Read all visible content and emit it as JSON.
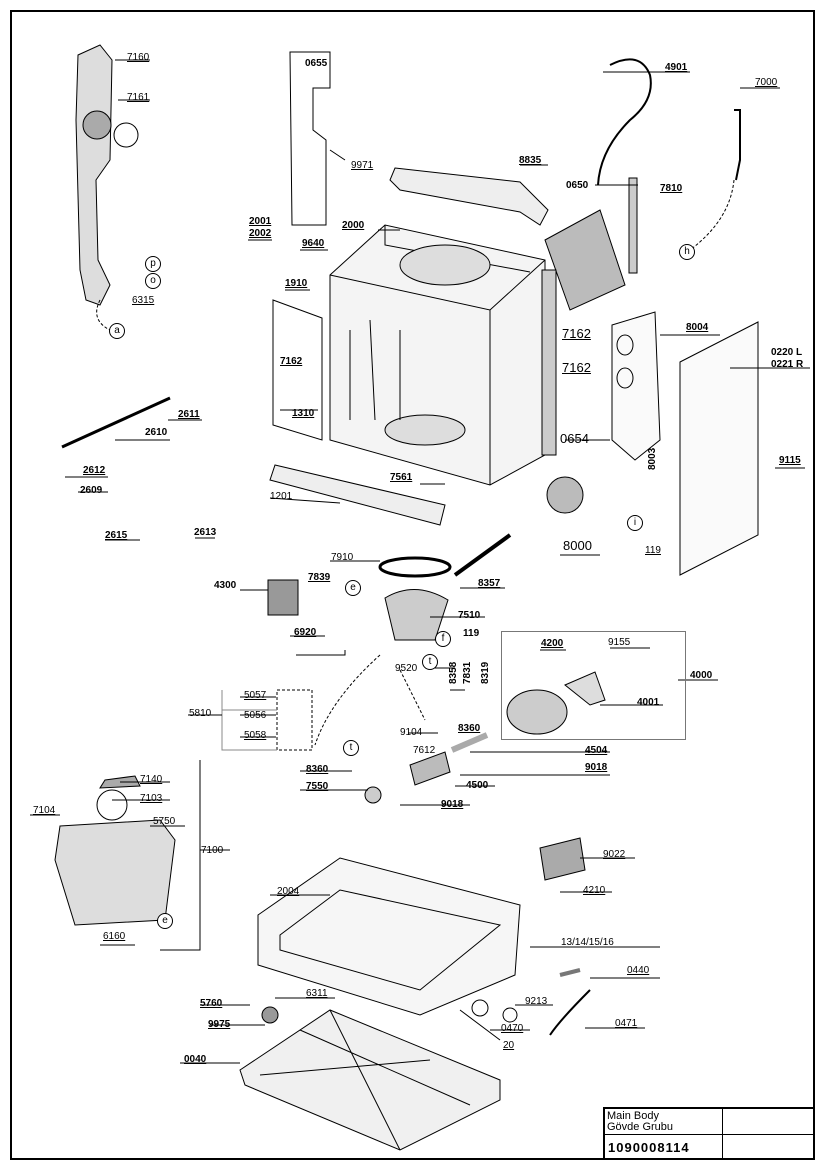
{
  "title_block": {
    "name_en": "Main Body",
    "name_tr": "Gövde Grubu",
    "code": "1090008114"
  },
  "labels": {
    "p7160": "7160",
    "p7161": "7161",
    "p6315": "6315",
    "p0655": "0655",
    "p9971": "9971",
    "p8835": "8835",
    "p4901": "4901",
    "p7000": "7000",
    "p0650": "0650",
    "p7810": "7810",
    "p2001": "2001",
    "p2002": "2002",
    "p2000": "2000",
    "p9640": "9640",
    "p1910": "1910",
    "p7162a": "7162",
    "p7162b": "7162",
    "p7162c": "7162",
    "p8004": "8004",
    "p0220": "0220 L",
    "p0221": "0221 R",
    "p1310": "1310",
    "p2611": "2611",
    "p2610": "2610",
    "p2612": "2612",
    "p2609": "2609",
    "p2615": "2615",
    "p2613": "2613",
    "p0654": "0654",
    "p9115": "9115",
    "p8003": "8003",
    "p7561": "7561",
    "p1201": "1201",
    "p8000": "8000",
    "p119a": "119",
    "p7910": "7910",
    "p4300": "4300",
    "p7839": "7839",
    "p8357": "8357",
    "p7510": "7510",
    "p6920": "6920",
    "p119b": "119",
    "p4200": "4200",
    "p9155": "9155",
    "p4000": "4000",
    "p4001": "4001",
    "p9520": "9520",
    "p8358": "8358",
    "p7831": "7831",
    "p8319": "8319",
    "p5057": "5057",
    "p5056": "5056",
    "p5058": "5058",
    "p5810": "5810",
    "p9104": "9104",
    "p8360a": "8360",
    "p7612": "7612",
    "p4504": "4504",
    "p9018a": "9018",
    "p8360b": "8360",
    "p7550": "7550",
    "p4500": "4500",
    "p9018b": "9018",
    "p7140": "7140",
    "p7103": "7103",
    "p7104": "7104",
    "p5750": "5750",
    "p7100": "7100",
    "p6160": "6160",
    "p9022": "9022",
    "p2004": "2004",
    "p4210": "4210",
    "p13": "13/14/15/16",
    "p0440": "0440",
    "p5760": "5760",
    "p6311": "6311",
    "p9213": "9213",
    "p9975": "9975",
    "p0470": "0470",
    "p0471": "0471",
    "p20": "20",
    "p0040": "0040"
  },
  "callouts": {
    "a": "a",
    "p": "p",
    "o": "o",
    "h": "h",
    "i1": "i",
    "e1": "e",
    "f": "f",
    "t1": "t",
    "t2": "t",
    "e2": "e"
  },
  "colors": {
    "line": "#000000",
    "box": "#777777",
    "parts": "#333333"
  }
}
